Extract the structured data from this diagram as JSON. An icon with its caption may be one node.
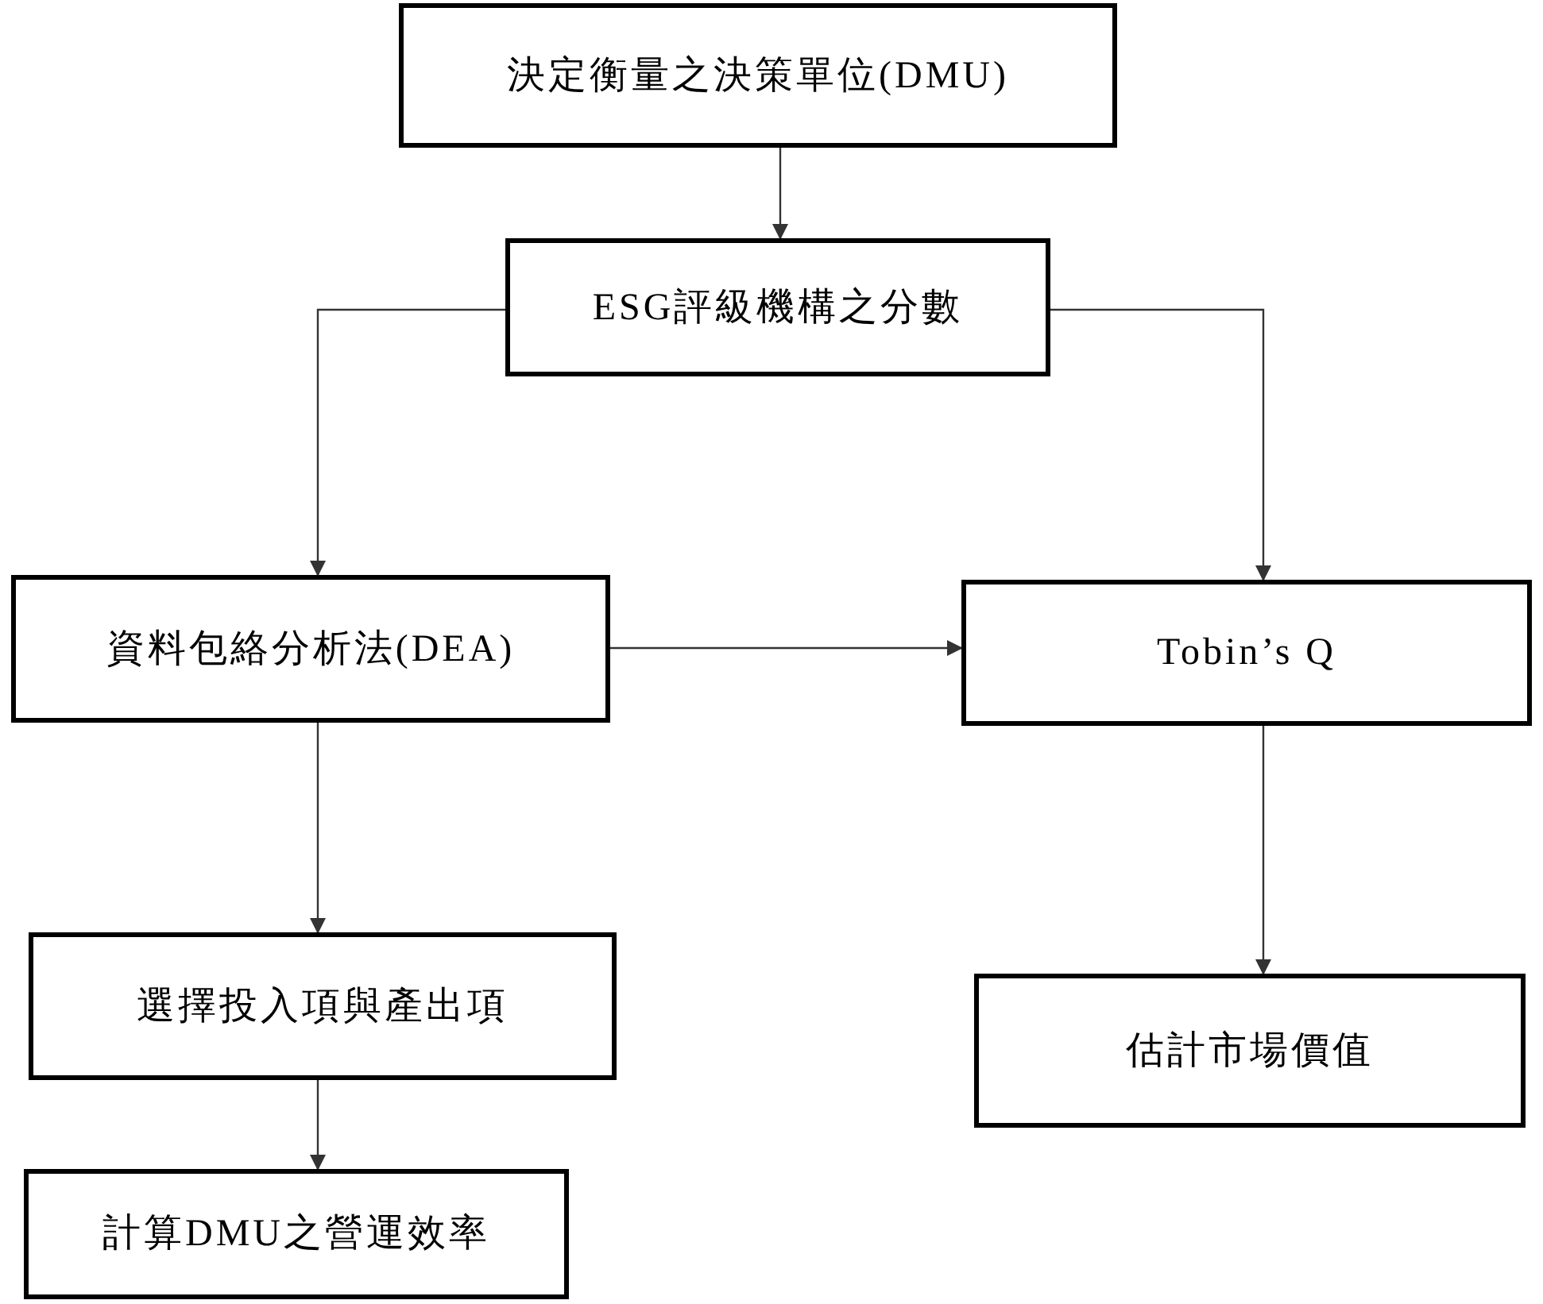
{
  "diagram": {
    "nodes": [
      {
        "text": [
          "決定衡量之決策單位(DMU)"
        ]
      },
      {
        "text": [
          "ESG評級機構之分數"
        ]
      },
      {
        "text": [
          "資料包絡分析法(DEA)"
        ]
      },
      {
        "text": [
          "Tobin’s Q"
        ]
      },
      {
        "text": [
          "選擇投入項與產出項"
        ]
      },
      {
        "text": [
          "估計市場價值"
        ]
      },
      {
        "text": [
          "計算DMU之營運效率"
        ]
      }
    ],
    "edges": [
      {
        "from": 0,
        "to": 1,
        "arrow": "to"
      },
      {
        "from": 1,
        "to": 2,
        "arrow": "to"
      },
      {
        "from": 1,
        "to": 3,
        "arrow": "to"
      },
      {
        "from": 2,
        "to": 3,
        "arrow": "to"
      },
      {
        "from": 2,
        "to": 4,
        "arrow": "to"
      },
      {
        "from": 3,
        "to": 5,
        "arrow": "to"
      },
      {
        "from": 4,
        "to": 6,
        "arrow": "to"
      }
    ]
  }
}
